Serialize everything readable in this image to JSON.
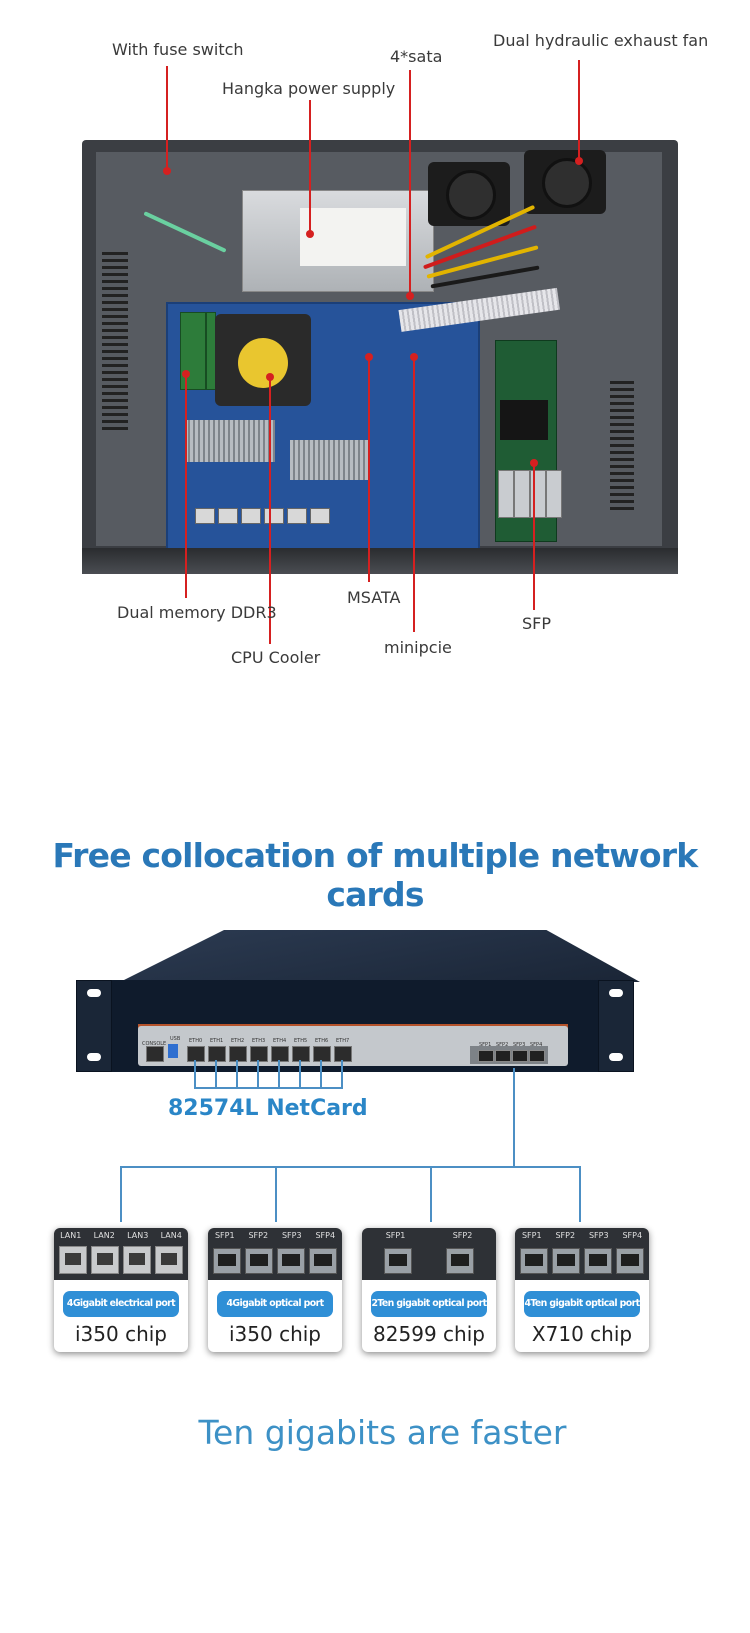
{
  "callouts": {
    "fuse_switch": "With fuse switch",
    "power_supply": "Hangka power supply",
    "sata": "4*sata",
    "exhaust_fan": "Dual hydraulic exhaust fan",
    "memory": "Dual memory DDR3",
    "cpu_cooler": "CPU Cooler",
    "msata": "MSATA",
    "minipcie": "minipcie",
    "sfp": "SFP"
  },
  "headline": "Free collocation of multiple network cards",
  "device": {
    "netcard_label": "82574L NetCard",
    "panel_console": "CONSOLE",
    "panel_usb": "USB",
    "eth_ports": [
      "ETH0",
      "ETH1",
      "ETH2",
      "ETH3",
      "ETH4",
      "ETH5",
      "ETH6",
      "ETH7"
    ],
    "sfp_ports": [
      "SFP1",
      "SFP2",
      "SFP3",
      "SFP4"
    ]
  },
  "cards": [
    {
      "port_labels": [
        "LAN1",
        "LAN2",
        "LAN3",
        "LAN4"
      ],
      "badge": "4Gigabit electrical port",
      "chip": "i350 chip",
      "kind": "rj45"
    },
    {
      "port_labels": [
        "SFP1",
        "SFP2",
        "SFP3",
        "SFP4"
      ],
      "badge": "4Gigabit optical port",
      "chip": "i350 chip",
      "kind": "sfp"
    },
    {
      "port_labels": [
        "SFP1",
        "SFP2"
      ],
      "badge": "2Ten gigabit optical port",
      "chip": "82599 chip",
      "kind": "sfp2"
    },
    {
      "port_labels": [
        "SFP1",
        "SFP2",
        "SFP3",
        "SFP4"
      ],
      "badge": "4Ten gigabit optical port",
      "chip": "X710 chip",
      "kind": "sfp"
    }
  ],
  "tagline": "Ten gigabits are faster",
  "colors": {
    "accent_blue": "#2a78b8",
    "callout_red": "#d52020",
    "badge_blue": "#2f8fd6"
  }
}
